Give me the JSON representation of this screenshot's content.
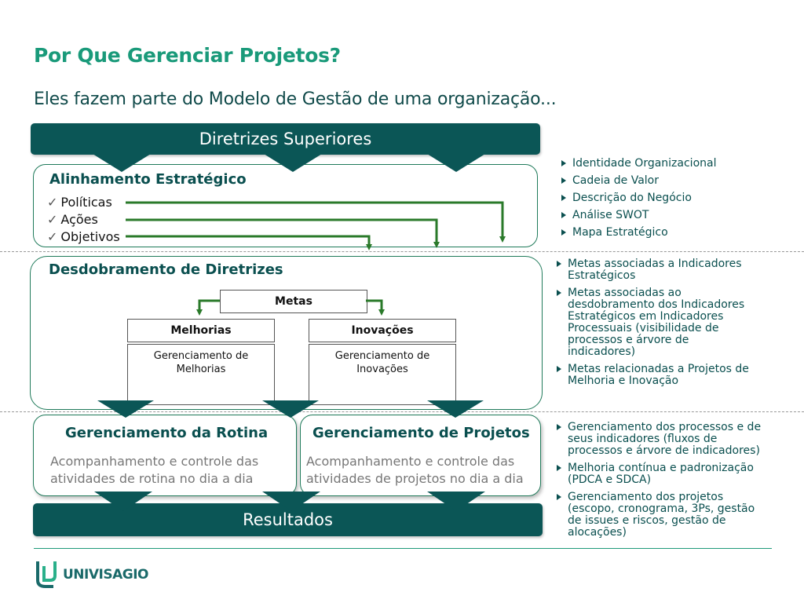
{
  "title": "Por Que Gerenciar Projetos?",
  "subtitle": "Eles fazem parte do Modelo de Gestão de uma organização...",
  "top_bar": "Diretrizes Superiores",
  "bottom_bar": "Resultados",
  "alinhamento": {
    "title": "Alinhamento Estratégico",
    "items": [
      "Políticas",
      "Ações",
      "Objetivos"
    ]
  },
  "desdobramento": {
    "title": "Desdobramento de Diretrizes",
    "metas": "Metas",
    "melhorias": "Melhorias",
    "melhorias_body": "Gerenciamento de Melhorias",
    "inovacoes": "Inovações",
    "inovacoes_body": "Gerenciamento de Inovações"
  },
  "rotina": {
    "title": "Gerenciamento da Rotina",
    "body": "Acompanhamento e controle das atividades de rotina no dia a dia"
  },
  "projetos": {
    "title": "Gerenciamento de Projetos",
    "body": "Acompanhamento e controle das atividades de projetos no dia a dia"
  },
  "bullets_1": [
    "Identidade Organizacional",
    "Cadeia de Valor",
    "Descrição do Negócio",
    "Análise SWOT",
    "Mapa Estratégico"
  ],
  "bullets_2": [
    "Metas associadas a Indicadores Estratégicos",
    "Metas associadas ao desdobramento dos Indicadores Estratégicos em Indicadores Processuais (visibilidade de processos e árvore de indicadores)",
    "Metas relacionadas a Projetos de Melhoria e Inovação"
  ],
  "bullets_3": [
    "Gerenciamento dos processos e de seus indicadores (fluxos de processos e árvore de indicadores)",
    "Melhoria contínua e padronização (PDCA e SDCA)",
    "Gerenciamento dos projetos (escopo, cronograma, 3Ps, gestão de issues e riscos, gestão de alocações)"
  ],
  "logo": "UNIVISAGIO",
  "colors": {
    "accent": "#1a9a7a",
    "dark": "#0b5656",
    "arrow": "#2a7a2a"
  }
}
